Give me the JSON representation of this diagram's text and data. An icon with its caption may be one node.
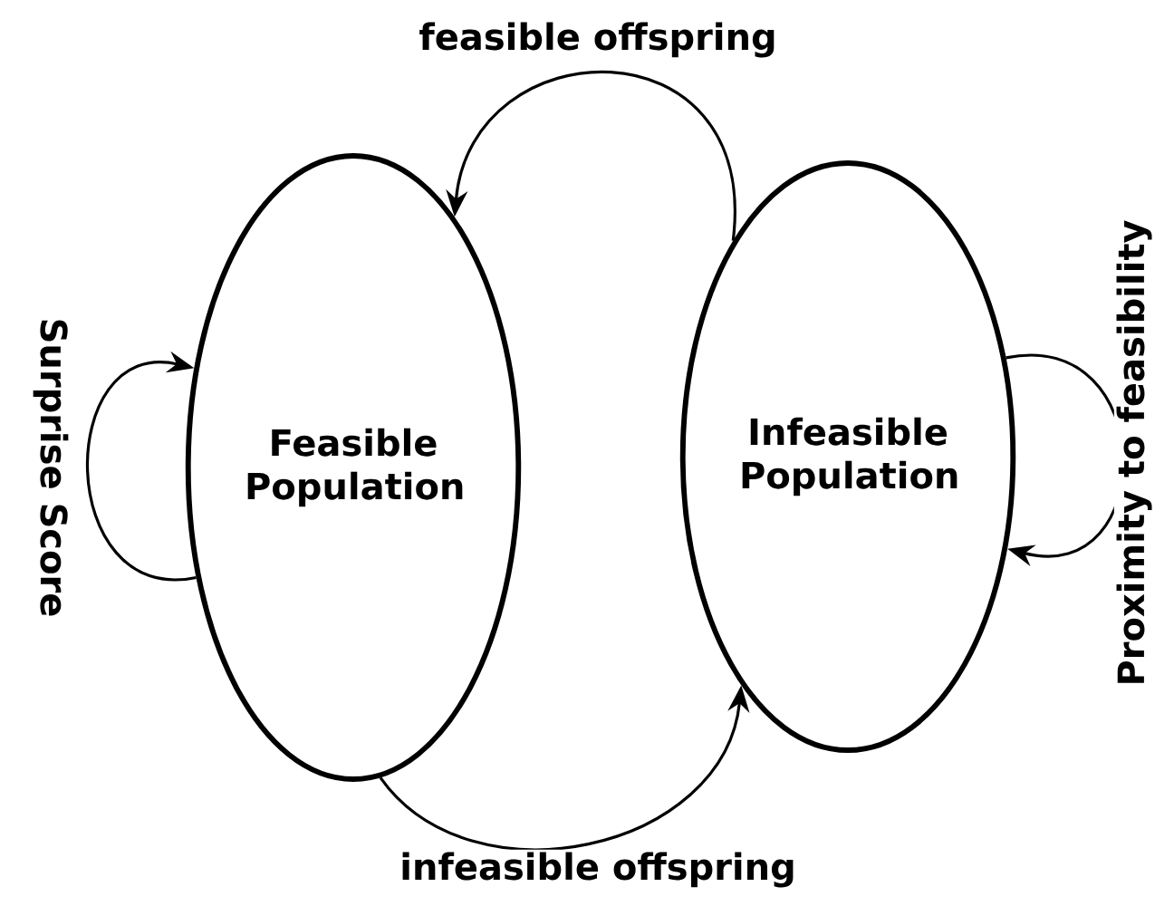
{
  "diagram": {
    "nodes": [
      {
        "text": [
          "Feasible Population"
        ]
      },
      {
        "text": [
          "Infeasible Population"
        ]
      }
    ],
    "edges": [
      {
        "from": 1,
        "to": 0,
        "arrow": "to",
        "label": "feasible offspring"
      },
      {
        "from": 0,
        "to": 1,
        "arrow": "to",
        "label": "infeasible offspring"
      },
      {
        "from": 0,
        "to": 0,
        "arrow": "to",
        "label": "Surprise Score"
      },
      {
        "from": 1,
        "to": 1,
        "arrow": "to",
        "label": "Proximity to feasibility"
      }
    ]
  }
}
